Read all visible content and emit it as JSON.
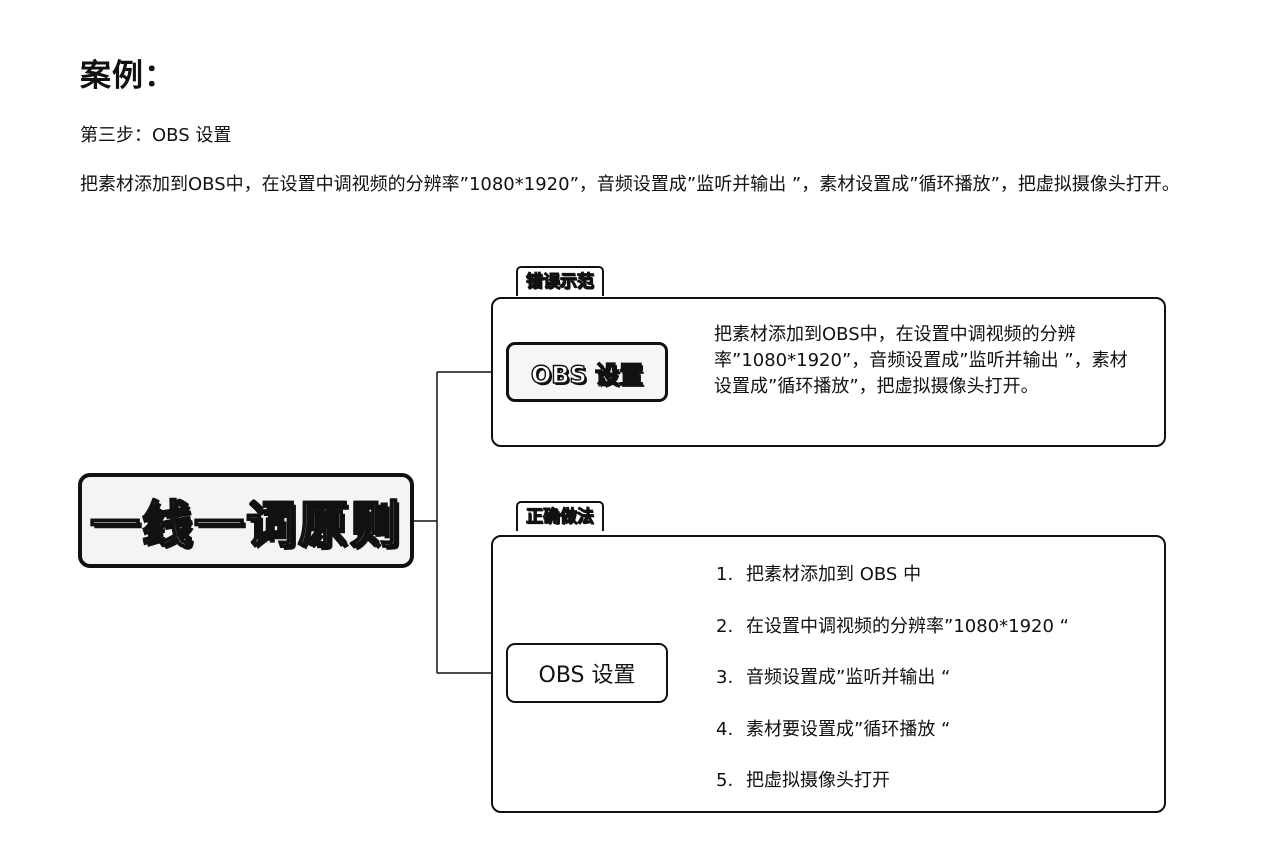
{
  "heading": "案例：",
  "step_label": "第三步：OBS 设置",
  "paragraph": "把素材添加到OBS中，在设置中调视频的分辨率”1080*1920”，音频设置成”监听并输出 ”，素材设置成”循环播放”，把虚拟摄像头打开。",
  "mindmap": {
    "center": "一线一词原则",
    "wrong": {
      "tag": "错误示范",
      "node": "OBS 设置",
      "text": "把素材添加到OBS中，在设置中调视频的分辨率”1080*1920”，音频设置成”监听并输出 ”，素材设置成”循环播放”，把虚拟摄像头打开。"
    },
    "right": {
      "tag": "正确做法",
      "node": "OBS 设置",
      "steps": [
        {
          "num": "1.",
          "text": "把素材添加到 OBS 中"
        },
        {
          "num": "2.",
          "text": "在设置中调视频的分辨率”1080*1920 “"
        },
        {
          "num": "3.",
          "text": "音频设置成”监听并输出 “"
        },
        {
          "num": "4.",
          "text": "素材要设置成”循环播放 “"
        },
        {
          "num": "5.",
          "text": "把虚拟摄像头打开"
        }
      ]
    }
  }
}
